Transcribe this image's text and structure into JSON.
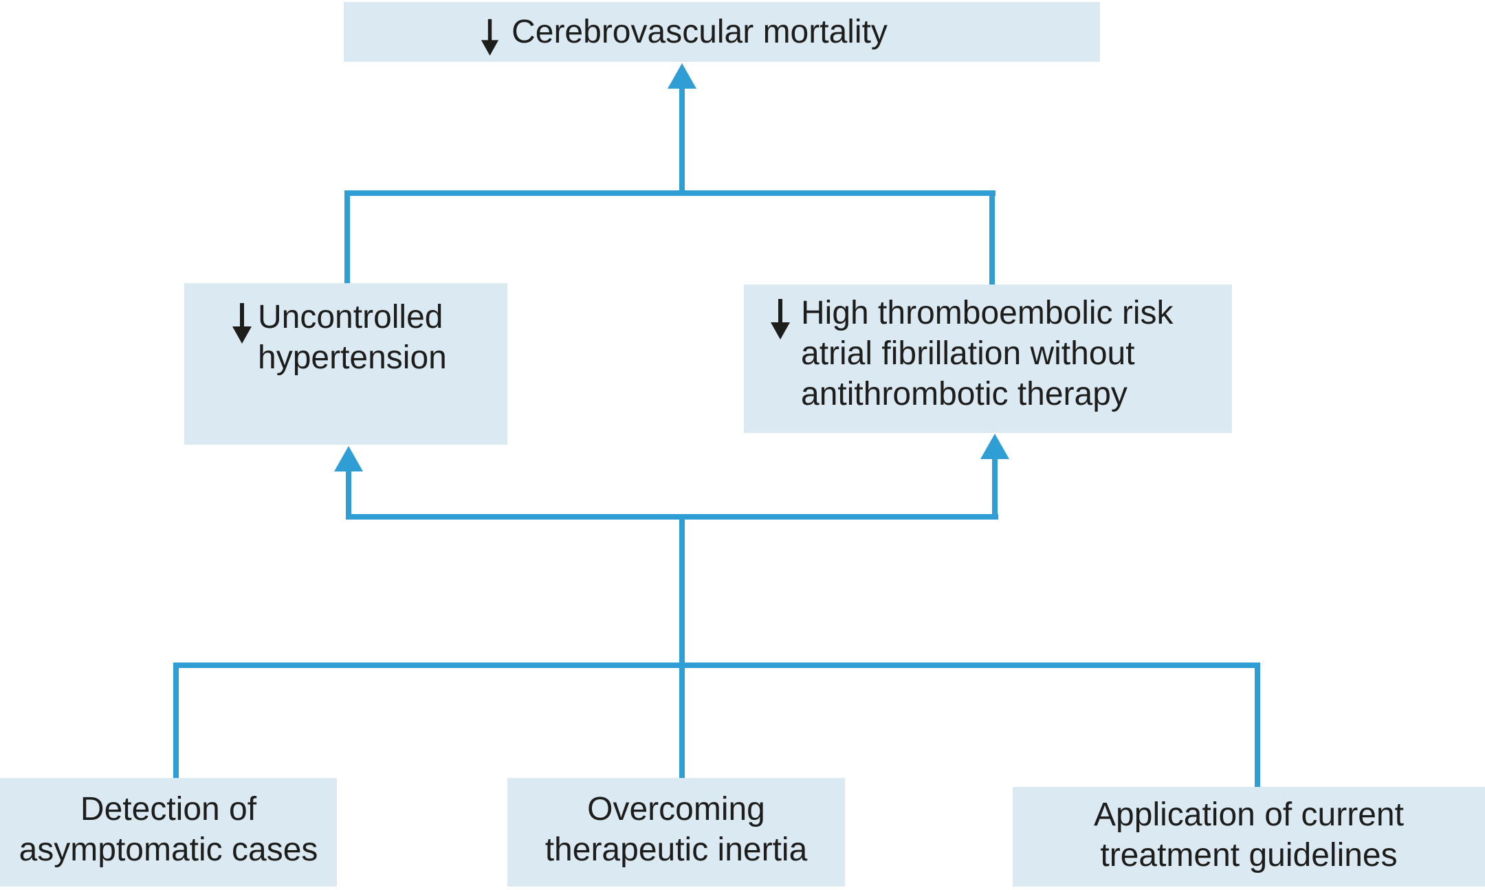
{
  "palette": {
    "background": "#ffffff",
    "box_fill": "#dbe9f2",
    "line_blue": "#2f9ed5",
    "ink": "#1d1d1b"
  },
  "nodes": {
    "top": {
      "icon": "decrease-arrow",
      "label": "Cerebrovascular mortality"
    },
    "mid_left": {
      "icon": "decrease-arrow",
      "line1": "Uncontrolled",
      "line2": "hypertension"
    },
    "mid_right": {
      "icon": "decrease-arrow",
      "line1": "High thromboembolic risk",
      "line2": "atrial fibrillation without",
      "line3": "antithrombotic therapy"
    },
    "bottom_left": {
      "line1": "Detection of",
      "line2": "asymptomatic cases"
    },
    "bottom_mid": {
      "line1": "Overcoming",
      "line2": "therapeutic inertia"
    },
    "bottom_right": {
      "line1": "Application of current",
      "line2": "treatment guidelines"
    }
  }
}
